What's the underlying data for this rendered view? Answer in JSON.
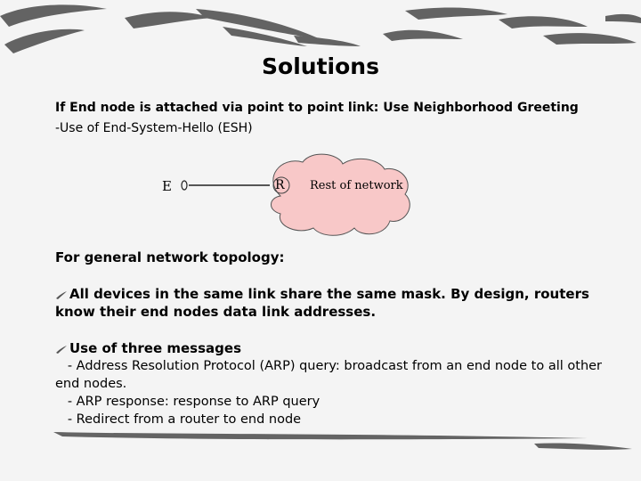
{
  "slide": {
    "title": "Solutions",
    "intro_bold": "If End node is attached via point to point link:  Use Neighborhood Greeting",
    "intro_sub": "-Use of End-System-Hello (ESH)",
    "diagram": {
      "end_label": "E",
      "router_label": "R",
      "cloud_label": "Rest of network",
      "cloud_color": "#f8c8c8"
    },
    "heading2": "For general network topology:",
    "bullet1": "All devices in the same link share the same mask. By design, routers know their end nodes data link addresses.",
    "bullet2": "Use of three messages",
    "sub_items": [
      "   - Address Resolution Protocol (ARP) query: broadcast from an end node to all other end nodes.",
      "   - ARP response: response to ARP query",
      "   - Redirect from a router to end node"
    ]
  },
  "colors": {
    "background": "#f4f4f4",
    "brush": "#555555"
  }
}
